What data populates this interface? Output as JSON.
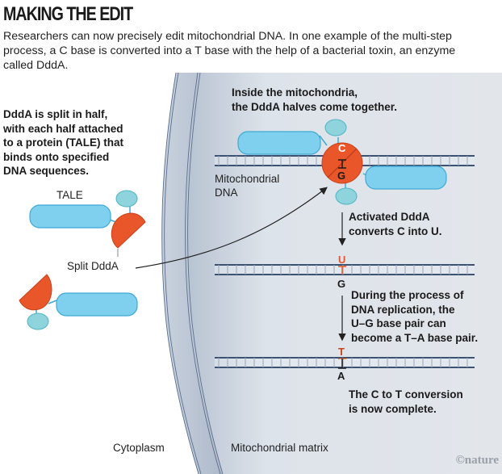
{
  "header": {
    "title": "MAKING THE EDIT",
    "intro": "Researchers can now precisely edit mitochondrial DNA. In one example of the multi-step process, a C base is converted into a T base with the help of a bacterial toxin, an enzyme called DddA."
  },
  "labels": {
    "split_caption_lines": [
      "DddA is split in half,",
      "with each half attached",
      "to a protein (TALE) that",
      "binds onto specified",
      "DNA sequences."
    ],
    "tale": "TALE",
    "split_ddda": "Split DddA",
    "inside_caption_lines": [
      "Inside the mitochondria,",
      "the DddA halves come together."
    ],
    "mito_dna_lines": [
      "Mitochondrial",
      "DNA"
    ],
    "activated_lines": [
      "Activated DddA",
      "converts C into U."
    ],
    "replication_lines": [
      "During the process of",
      "DNA replication, the",
      "U–G base pair can",
      "become a T–A base pair."
    ],
    "complete_lines": [
      "The C to T conversion",
      "is now complete."
    ],
    "cytoplasm": "Cytoplasm",
    "matrix": "Mitochondrial matrix",
    "credit": "©nature"
  },
  "bases": {
    "step1_top": "C",
    "step1_bottom": "G",
    "step2_top": "U",
    "step2_bottom": "G",
    "step3_top": "T",
    "step3_bottom": "A"
  },
  "colors": {
    "ddda": "#e8562a",
    "ddda_dark": "#c9421c",
    "tale": "#7fd0ee",
    "tale_stroke": "#3fa9d3",
    "knob": "#8fd3dc",
    "dna": "#3b5272",
    "matrix_bg": "#dfe4ea",
    "membrane": "#b9c4d3",
    "highlight": "#e8562a"
  }
}
